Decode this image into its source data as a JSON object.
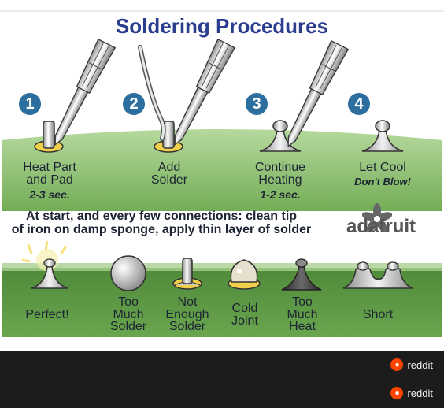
{
  "title": "Soldering Procedures",
  "steps": [
    {
      "number": "1",
      "label": "Heat Part\nand Pad",
      "note": "2-3 sec."
    },
    {
      "number": "2",
      "label": "Add\nSolder",
      "note": ""
    },
    {
      "number": "3",
      "label": "Continue\nHeating",
      "note": "1-2 sec."
    },
    {
      "number": "4",
      "label": "Let Cool",
      "note": "Don't Blow!"
    }
  ],
  "tip_note": "At start, and every few connections: clean tip\nof iron on damp sponge, apply thin layer of solder",
  "logo": {
    "word": "adafruit",
    "icon": "adafruit-flower-logo"
  },
  "results": [
    "Perfect!",
    "Too\nMuch\nSolder",
    "Not\nEnough\nSolder",
    "Cold\nJoint",
    "Too\nMuch\nHeat",
    "Short"
  ],
  "footer": {
    "badge_1": "reddit",
    "badge_2": "reddit"
  },
  "colors": {
    "board": "#6aa64f",
    "board_light": "#b4d89c",
    "title": "#2b3d8f",
    "badge": "#ff4500",
    "footer_bg": "#1c1c1c"
  }
}
